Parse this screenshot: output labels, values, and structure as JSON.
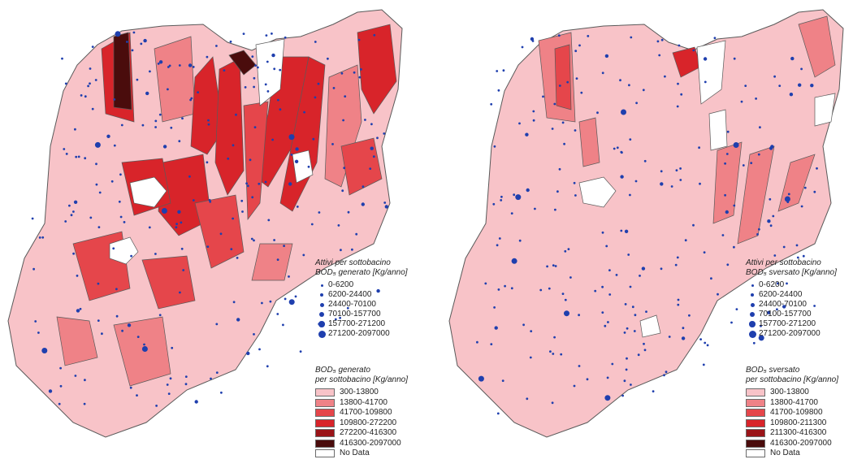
{
  "colors": {
    "dot": "#1f3fae",
    "border": "#5a5a5a",
    "nodata": "#ffffff"
  },
  "maps": [
    {
      "id": "generato",
      "dot_legend": {
        "title_line1": "Attivi per sottobacino",
        "title_line2": "BOD₅ generato [Kg/anno]",
        "classes": [
          {
            "label": "0-6200",
            "size": 3
          },
          {
            "label": "6200-24400",
            "size": 4
          },
          {
            "label": "24400-70100",
            "size": 5
          },
          {
            "label": "70100-157700",
            "size": 6
          },
          {
            "label": "157700-271200",
            "size": 7.5
          },
          {
            "label": "271200-2097000",
            "size": 9
          }
        ]
      },
      "fill_legend": {
        "title_line1": "BOD₅ generato",
        "title_line2": "per sottobacino [Kg/anno]",
        "classes": [
          {
            "label": "300-13800",
            "color": "#f8c3c8"
          },
          {
            "label": "13800-41700",
            "color": "#ef8287"
          },
          {
            "label": "41700-109800",
            "color": "#e5464b"
          },
          {
            "label": "109800-272200",
            "color": "#d8242a"
          },
          {
            "label": "272200-416300",
            "color": "#9a1418"
          },
          {
            "label": "416300-2097000",
            "color": "#4a0c0c"
          },
          {
            "label": "No Data",
            "color": "#ffffff"
          }
        ]
      }
    },
    {
      "id": "sversato",
      "dot_legend": {
        "title_line1": "Attivi per sottobacino",
        "title_line2": "BOD₅ sversato [Kg/anno]",
        "classes": [
          {
            "label": "0-6200",
            "size": 3
          },
          {
            "label": "6200-24400",
            "size": 4
          },
          {
            "label": "24400-70100",
            "size": 5
          },
          {
            "label": "70100-157700",
            "size": 6
          },
          {
            "label": "157700-271200",
            "size": 7.5
          },
          {
            "label": "271200-2097000",
            "size": 9
          }
        ]
      },
      "fill_legend": {
        "title_line1": "BOD₅ sversato",
        "title_line2": "per sottobacino [Kg/anno]",
        "classes": [
          {
            "label": "300-13800",
            "color": "#f8c3c8"
          },
          {
            "label": "13800-41700",
            "color": "#ef8287"
          },
          {
            "label": "41700-109800",
            "color": "#e5464b"
          },
          {
            "label": "109800-211300",
            "color": "#d8242a"
          },
          {
            "label": "211300-416300",
            "color": "#9a1418"
          },
          {
            "label": "416300-2097000",
            "color": "#4a0c0c"
          },
          {
            "label": "No Data",
            "color": "#ffffff"
          }
        ]
      }
    }
  ]
}
